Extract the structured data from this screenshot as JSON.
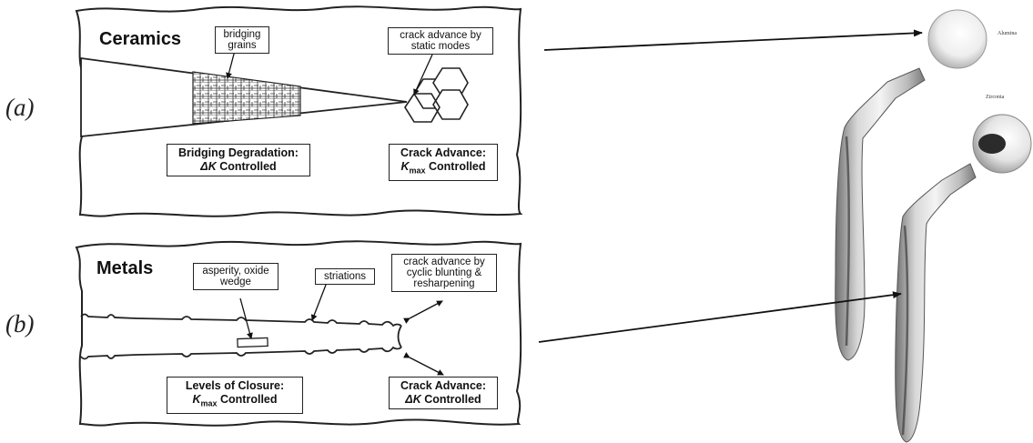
{
  "panels": {
    "a": {
      "letter": "(a)",
      "title": "Ceramics",
      "bridging_label": [
        "bridging",
        "grains"
      ],
      "crack_static_label": [
        "crack advance by",
        "static modes"
      ],
      "bottom_left": {
        "line1": "Bridging Degradation:",
        "line2_symbol": "ΔK",
        "line2_rest": " Controlled"
      },
      "bottom_right": {
        "line1": "Crack Advance:",
        "line2_symbol": "K",
        "line2_sub": "max",
        "line2_rest": " Controlled"
      }
    },
    "b": {
      "letter": "(b)",
      "title": "Metals",
      "asperity_label": [
        "asperity, oxide",
        "wedge"
      ],
      "striations_label": "striations",
      "crack_cyclic_label": [
        "crack advance by",
        "cyclic blunting &",
        "resharpening"
      ],
      "bottom_left": {
        "line1": "Levels of Closure:",
        "line2_symbol": "K",
        "line2_sub": "max",
        "line2_rest": " Controlled"
      },
      "bottom_right": {
        "line1": "Crack Advance:",
        "line2_symbol": "ΔK",
        "line2_rest": " Controlled"
      }
    }
  },
  "implants": {
    "ball_top_label": "Alumina",
    "ball_bottom_label": "Zirconia"
  }
}
